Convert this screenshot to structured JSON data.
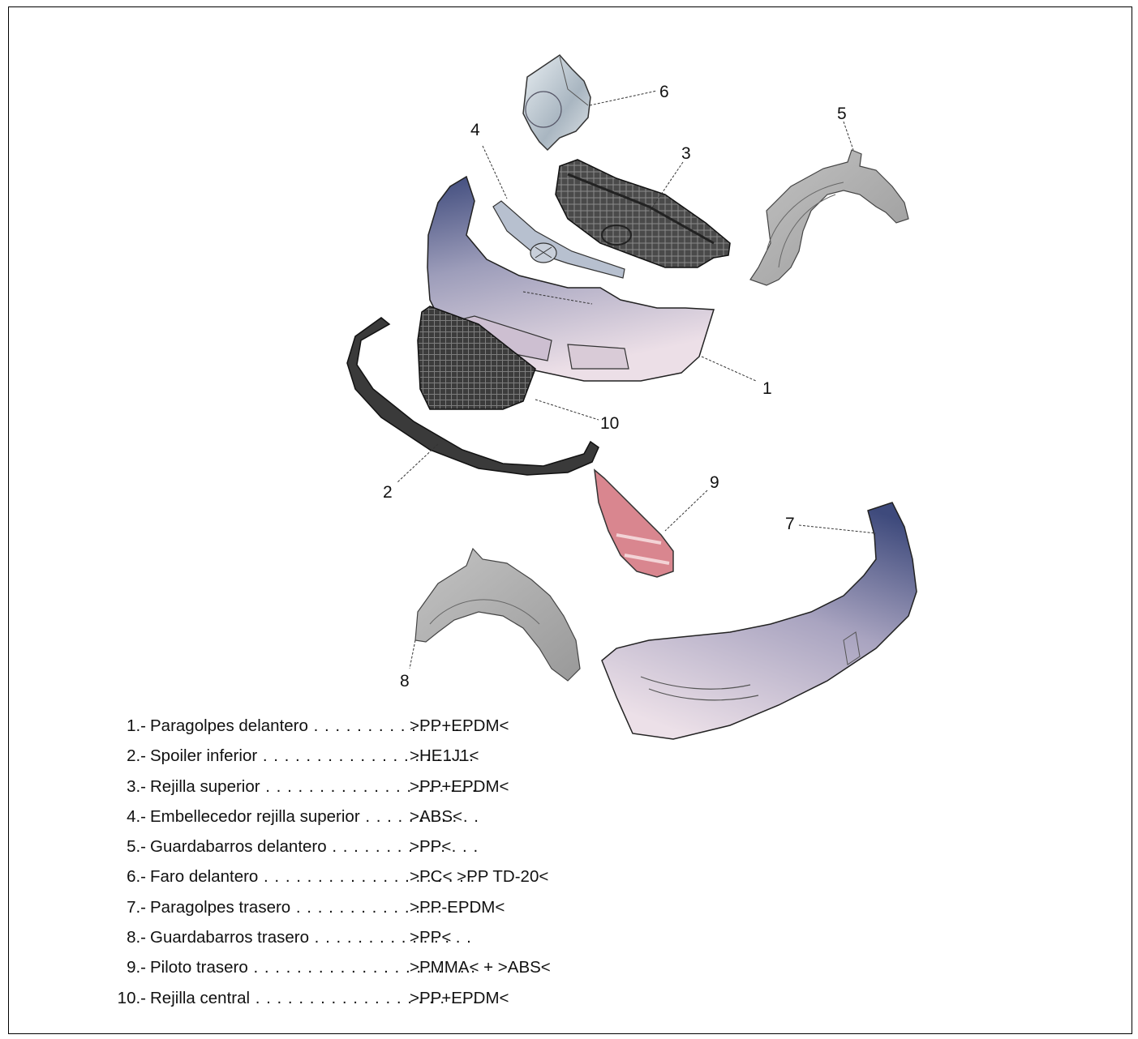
{
  "callouts": [
    "1",
    "2",
    "3",
    "4",
    "5",
    "6",
    "7",
    "8",
    "9",
    "10"
  ],
  "legend": [
    {
      "num": "1.-",
      "name": "Paragolpes delantero",
      "material": ">PP+EPDM<"
    },
    {
      "num": "2.-",
      "name": "Spoiler inferior",
      "material": ">HE1J1<"
    },
    {
      "num": "3.-",
      "name": "Rejilla superior",
      "material": ">PP+EPDM<"
    },
    {
      "num": "4.-",
      "name": "Embellecedor rejilla superior",
      "material": ">ABS<"
    },
    {
      "num": "5.-",
      "name": "Guardabarros delantero",
      "material": ">PP<"
    },
    {
      "num": "6.-",
      "name": "Faro delantero",
      "material": ">PC< >PP TD-20<"
    },
    {
      "num": "7.-",
      "name": "Paragolpes trasero",
      "material": ">PP-EPDM<"
    },
    {
      "num": "8.-",
      "name": "Guardabarros trasero",
      "material": ">PP<"
    },
    {
      "num": "9.-",
      "name": "Piloto trasero",
      "material": ">PMMA< + >ABS<"
    },
    {
      "num": "10.-",
      "name": "Rejilla central",
      "material": ">PP+EPDM<"
    }
  ],
  "colors": {
    "bumper_top": "#3e4a7c",
    "bumper_bottom": "#e6d9e2",
    "grille_dark": "#3a3a3a",
    "liner_gray": "#a9a9a9",
    "headlamp": "#c7cfd6",
    "taillamp_red": "#d9868f"
  }
}
